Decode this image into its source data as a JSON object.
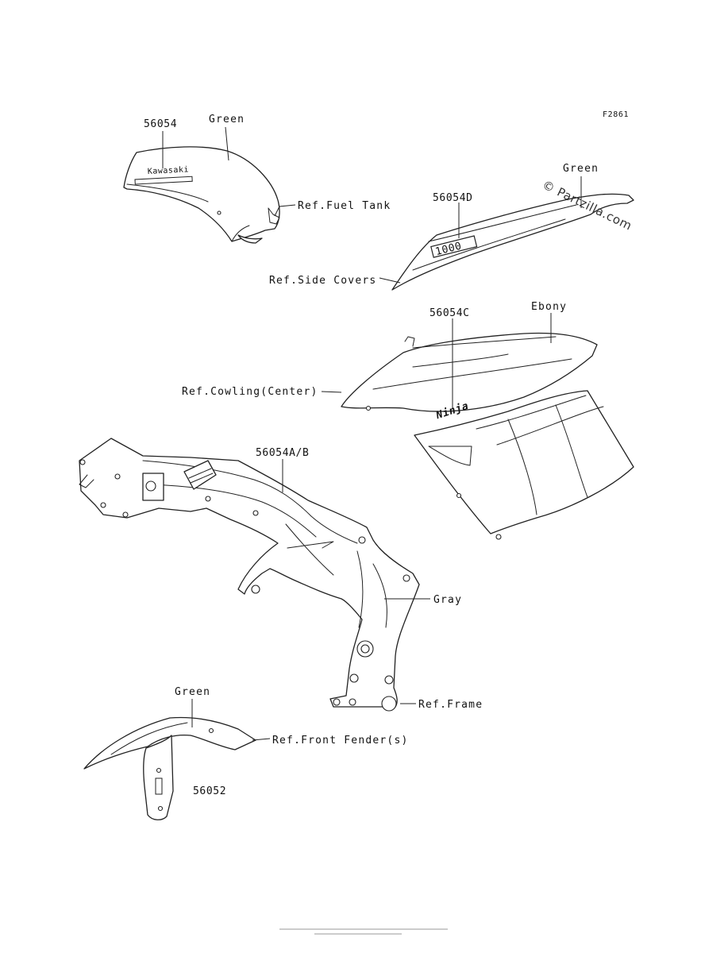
{
  "figure_code": "F2861",
  "watermark": "© Partzilla.com",
  "callouts": {
    "tank_part_number": "56054",
    "tank_color": "Green",
    "fuel_tank_ref": "Ref.Fuel Tank",
    "side_part_number": "56054D",
    "side_color": "Green",
    "side_covers_ref": "Ref.Side Covers",
    "cowl_part_number": "56054C",
    "cowl_color": "Ebony",
    "cowling_ref": "Ref.Cowling(Center)",
    "frame_part_number": "56054A/B",
    "frame_color": "Gray",
    "frame_ref": "Ref.Frame",
    "fender_color": "Green",
    "fender_ref": "Ref.Front Fender(s)",
    "fender_part_number": "56052"
  },
  "decals": {
    "tank_brand": "Kawasaki",
    "side_model": "1000",
    "cowl_model": "Ninja"
  }
}
